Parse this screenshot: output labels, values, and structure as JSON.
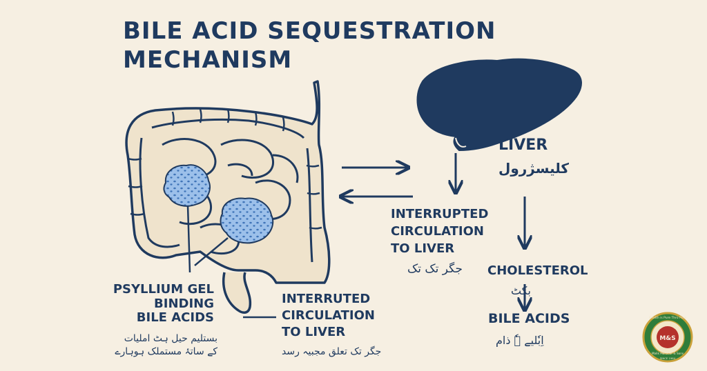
{
  "title": {
    "line1": "BILE ACID SEQUESTRATION",
    "line2": "MECHANISM"
  },
  "labels": {
    "psyllium": [
      "PSYLLIUM GEL",
      "BINDING",
      "BILE ACIDS"
    ],
    "psyllium_urdu": [
      "بستلیم حیل ہٹ املیات",
      "کے ساتۂ مستملک ہوہارے"
    ],
    "interruted": [
      "INTERRUTED",
      "CIRCULATION",
      "TO LIVER"
    ],
    "interruted_urdu": "جگر تک تعلق مجبیہ رسد",
    "liver": "LIVER",
    "liver_urdu": "کلیسژرول",
    "interrupted": [
      "INTERRUPTED",
      "CIRCULATION",
      "TO LIVER"
    ],
    "interrupted_urdu": "جگر تک تک",
    "cholesterol": "CHOLESTEROL",
    "cholesterol_urdu": "بکٹ",
    "bile_acids": "BILE ACIDS",
    "bile_acids_urdu": "اِبٗلیے ہٗ ذام"
  },
  "logo": {
    "monogram": "M&S",
    "ring_text": "Health is Pure Thro Pure",
    "brand_text": "Malik Manzoor & Sons",
    "since": "SINCE 1964"
  },
  "colors": {
    "background": "#f6efe2",
    "navy": "#1f3a5f",
    "intestine_fill": "#efe3cc",
    "gel_blue": "#8fb8e6"
  }
}
